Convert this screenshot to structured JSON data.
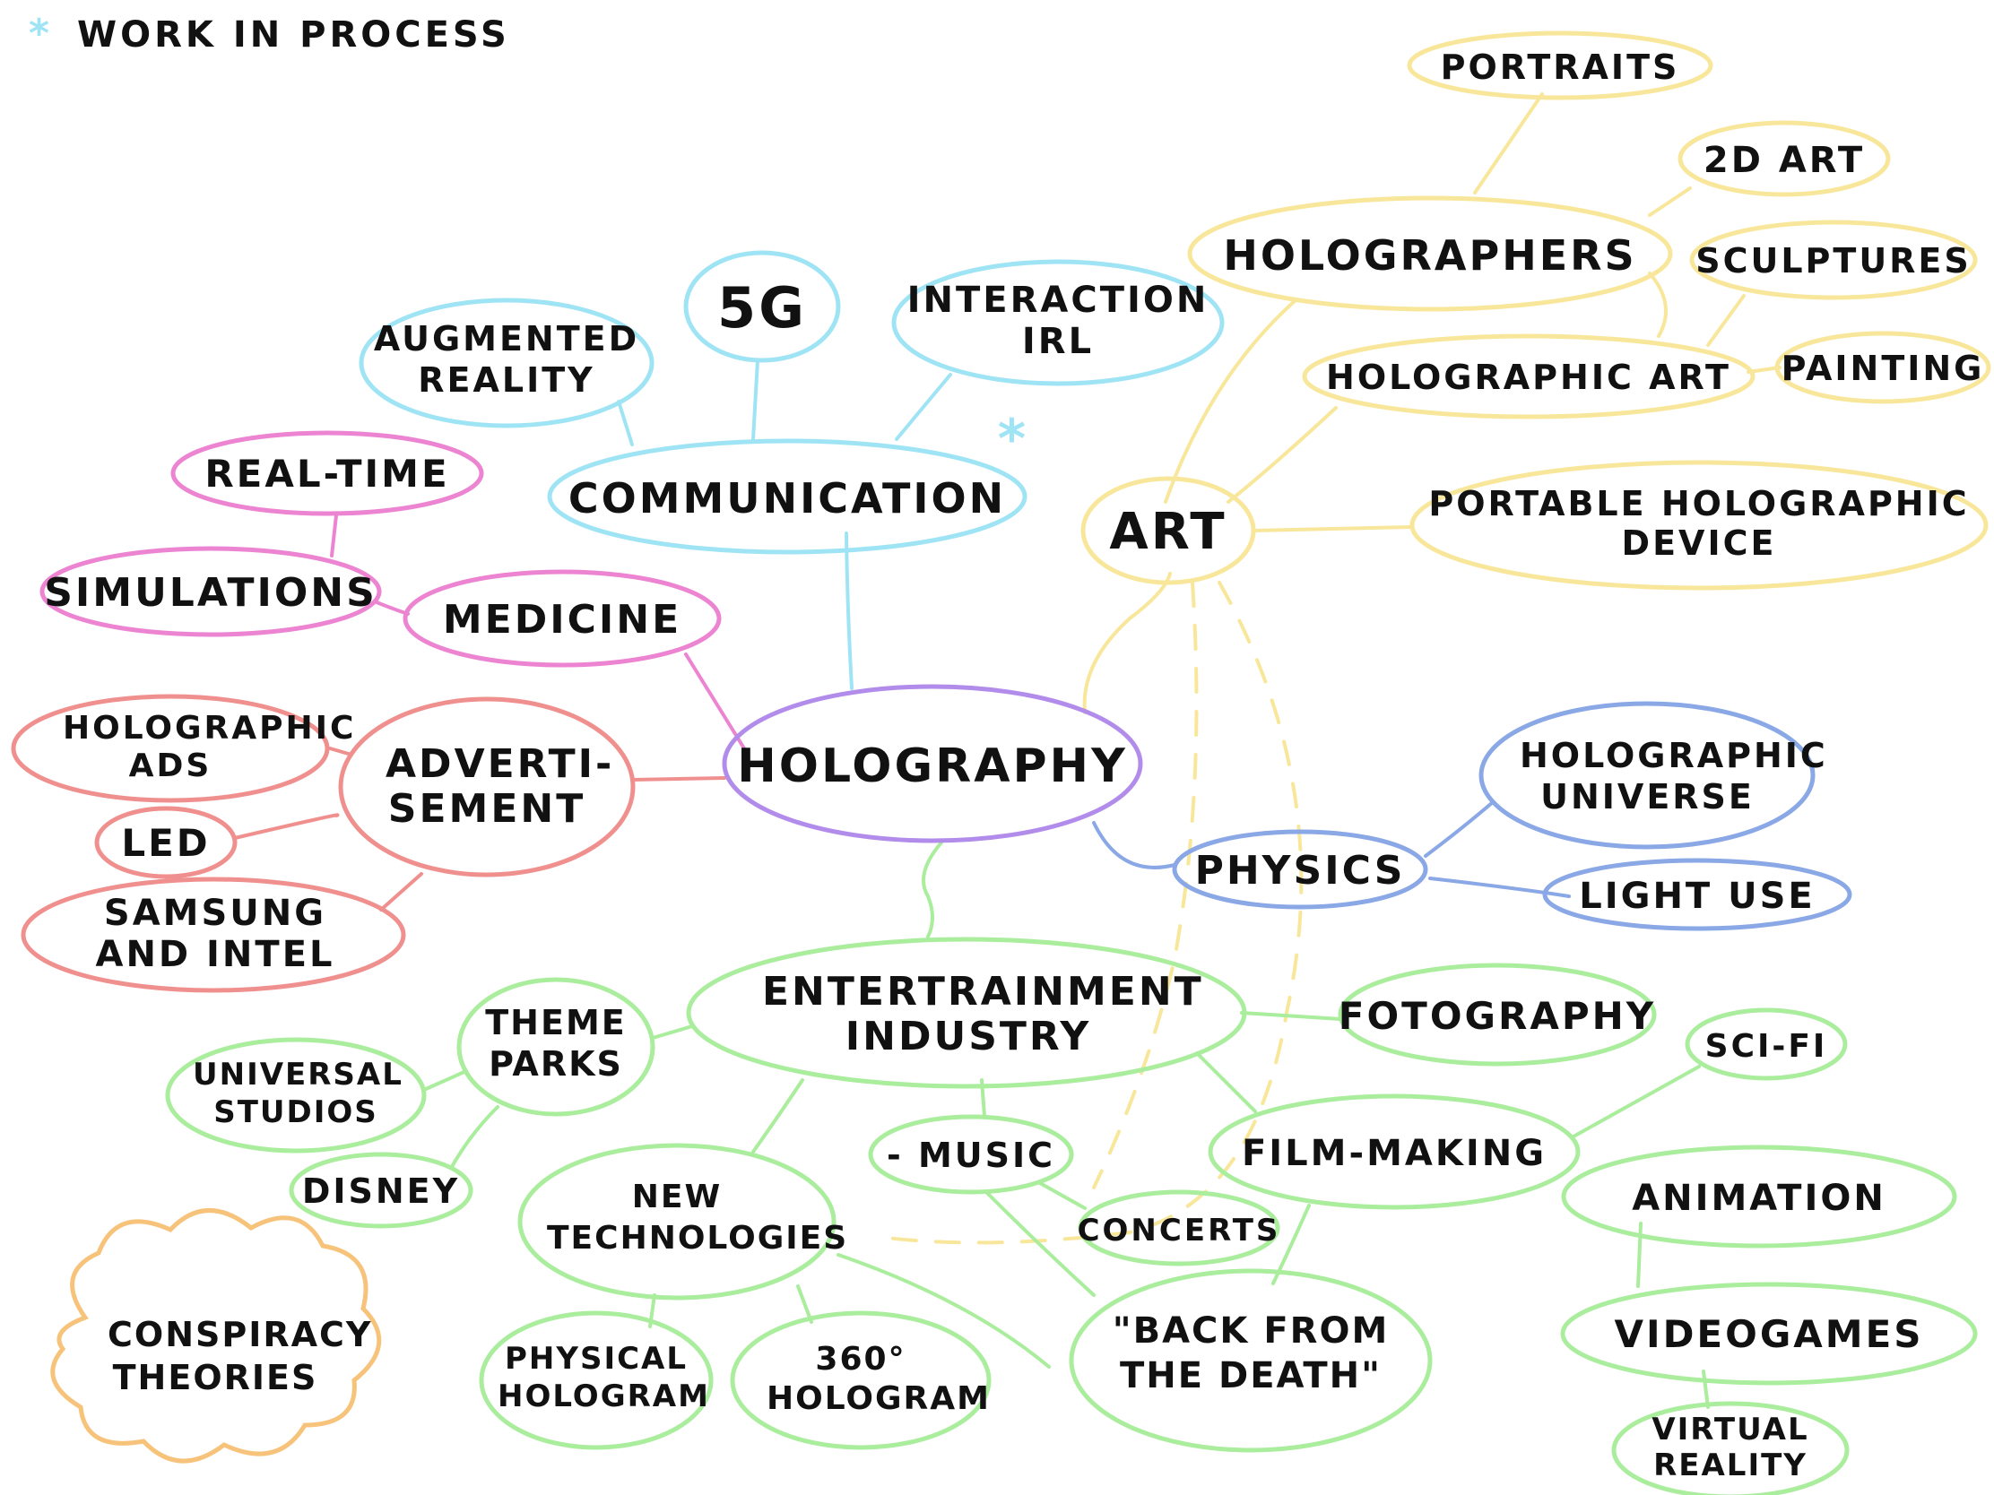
{
  "header": {
    "text": "WORK IN PROCESS",
    "marker": "*"
  },
  "colors": {
    "center": "#B28CEB",
    "communication": "#9FE4F4",
    "art": "#F8E79A",
    "medicine": "#EC84D2",
    "advertisement": "#F0908E",
    "physics": "#8AA7E6",
    "entertainment": "#A9ED9D",
    "conspiracy": "#F7C27A"
  },
  "nodes": {
    "holography": "HOLOGRAPHY",
    "communication": "COMMUNICATION",
    "augmented_reality": "AUGMENTED REALITY",
    "five_g": "5G",
    "interaction_irl": "INTERACTION IRL",
    "comm_marker": "*",
    "art": "ART",
    "holographers": "HOLOGRAPHERS",
    "portraits": "PORTRAITS",
    "art_2d": "2D ART",
    "sculptures": "SCULPTURES",
    "holographic_art": "HOLOGRAPHIC ART",
    "painting": "PAINTING",
    "portable_device": "PORTABLE HOLOGRAPHIC DEVICE",
    "real_time": "REAL-TIME",
    "simulations": "SIMULATIONS",
    "medicine": "MEDICINE",
    "advertisement": "ADVERTI- SEMENT",
    "holographic_ads": "HOLOGRAPHIC ADS",
    "led": "LED",
    "samsung_intel": "SAMSUNG AND INTEL",
    "physics": "PHYSICS",
    "holographic_universe": "HOLOGRAPHIC UNIVERSE",
    "light_use": "LIGHT USE",
    "entertainment": "ENTERTRAINMENT INDUSTRY",
    "theme_parks": "THEME PARKS",
    "universal_studios": "UNIVERSAL STUDIOS",
    "disney": "DISNEY",
    "new_technologies": "NEW TECHNOLOGIES",
    "physical_hologram": "PHYSICAL HOLOGRAM",
    "hologram_360": "360° HOLOGRAM",
    "music": "- MUSIC",
    "concerts": "CONCERTS",
    "back_from_death": "\"BACK FROM THE DEATH\"",
    "fotography": "FOTOGRAPHY",
    "film_making": "FILM-MAKING",
    "sci_fi": "SCI-FI",
    "animation": "ANIMATION",
    "videogames": "VIDEOGAMES",
    "virtual_reality": "VIRTUAL REALITY",
    "conspiracy": "CONSPIRACY THEORIES"
  }
}
